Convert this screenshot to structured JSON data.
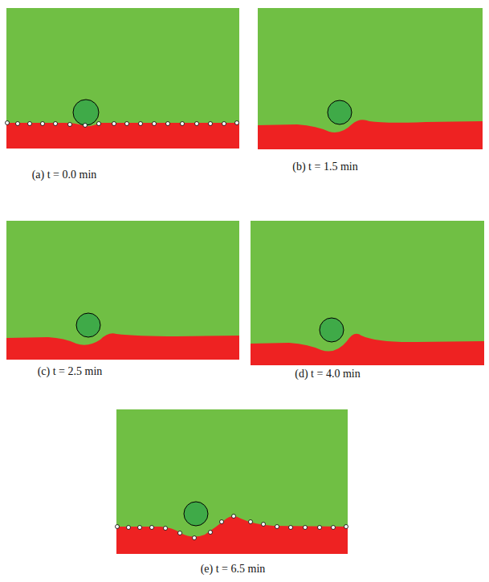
{
  "diagram": {
    "labels": [
      "(a) t = 0.0 min",
      "(b) t = 1.5 min",
      "(c) t = 2.5 min",
      "(d) t = 4.0 min",
      "(e) t = 6.5 min"
    ]
  }
}
